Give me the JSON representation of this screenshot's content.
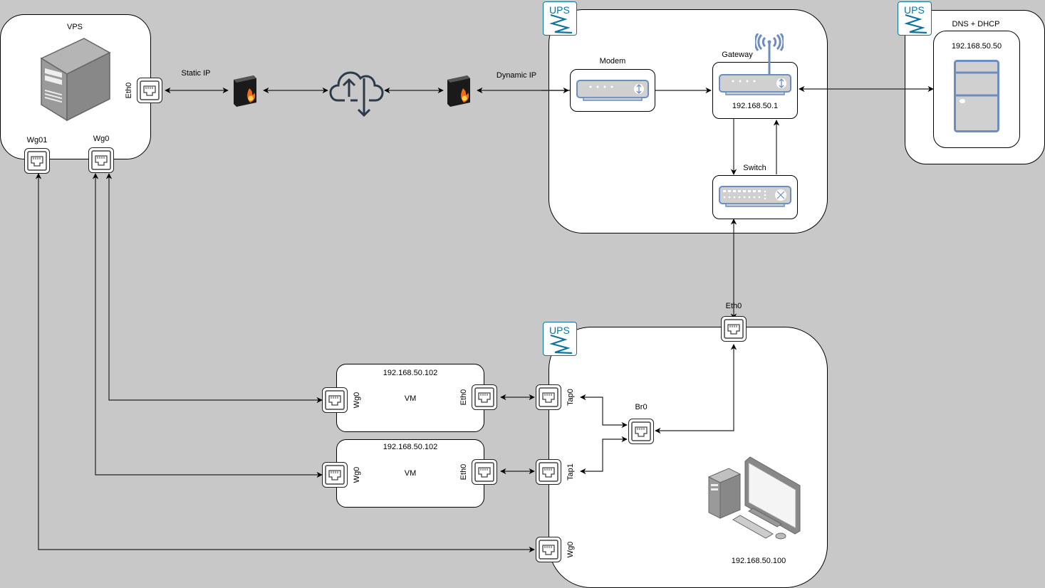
{
  "vps": {
    "title": "VPS",
    "eth0": "Eth0",
    "wg01": "Wg01",
    "wg0": "Wg0"
  },
  "wan": {
    "static_ip": "Static IP",
    "dynamic_ip": "Dynamic IP"
  },
  "home": {
    "ups": "UPS",
    "modem": "Modem",
    "gateway": "Gateway",
    "gateway_ip": "192.168.50.1",
    "switch": "Switch"
  },
  "dns": {
    "ups": "UPS",
    "title": "DNS + DHCP",
    "ip": "192.168.50.50"
  },
  "host": {
    "ups": "UPS",
    "eth0": "Eth0",
    "br0": "Br0",
    "tap0": "Tap0",
    "tap1": "Tap1",
    "wg0": "Wg0",
    "ip": "192.168.50.100"
  },
  "vms": [
    {
      "ip": "192.168.50.102",
      "name": "VM",
      "wg": "Wg0",
      "eth": "Eth0"
    },
    {
      "ip": "192.168.50.102",
      "name": "VM",
      "wg": "Wg0",
      "eth": "Eth0"
    }
  ],
  "colors": {
    "ups": "#10739e",
    "device": "#6c8ebf",
    "device_fill": "#d0d0d0",
    "background": "#c8c8c8"
  }
}
